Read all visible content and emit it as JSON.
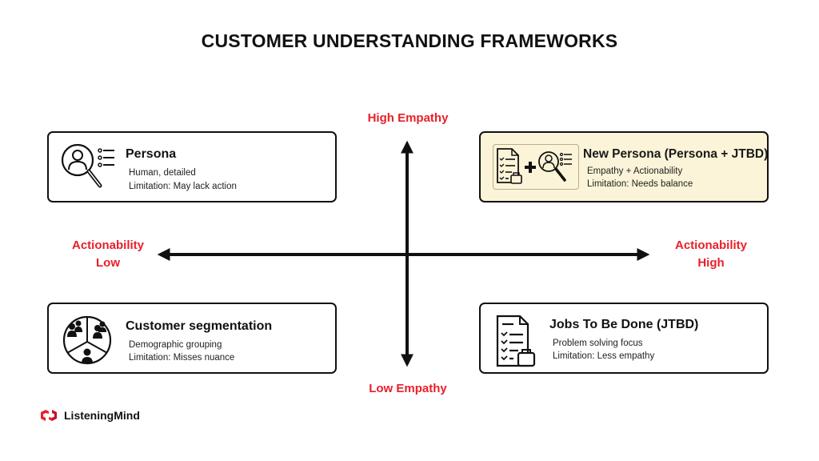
{
  "title": "CUSTOMER UNDERSTANDING FRAMEWORKS",
  "axes": {
    "top": "High Empathy",
    "bottom": "Low Empathy",
    "left": [
      "Actionability",
      "Low"
    ],
    "right": [
      "Actionability",
      "High"
    ]
  },
  "quadrants": {
    "top_left": {
      "title": "Persona",
      "lines": [
        "Human, detailed",
        "Limitation: May lack action"
      ],
      "icon": "persona-magnifier-icon"
    },
    "top_right": {
      "title": "New Persona (Persona + JTBD)",
      "lines": [
        "Empathy + Actionability",
        "Limitation: Needs balance"
      ],
      "icon": "checklist-plus-persona-icon",
      "highlight_color": "#fbf4d8"
    },
    "bottom_left": {
      "title": "Customer segmentation",
      "lines": [
        "Demographic grouping",
        "Limitation: Misses nuance"
      ],
      "icon": "segmentation-pie-icon"
    },
    "bottom_right": {
      "title": "Jobs To Be Done (JTBD)",
      "lines": [
        "Problem solving focus",
        "Limitation: Less empathy"
      ],
      "icon": "checklist-briefcase-icon"
    }
  },
  "colors": {
    "accent": "#e8202a",
    "axis": "#111111"
  },
  "brand": {
    "name": "ListeningMind"
  }
}
